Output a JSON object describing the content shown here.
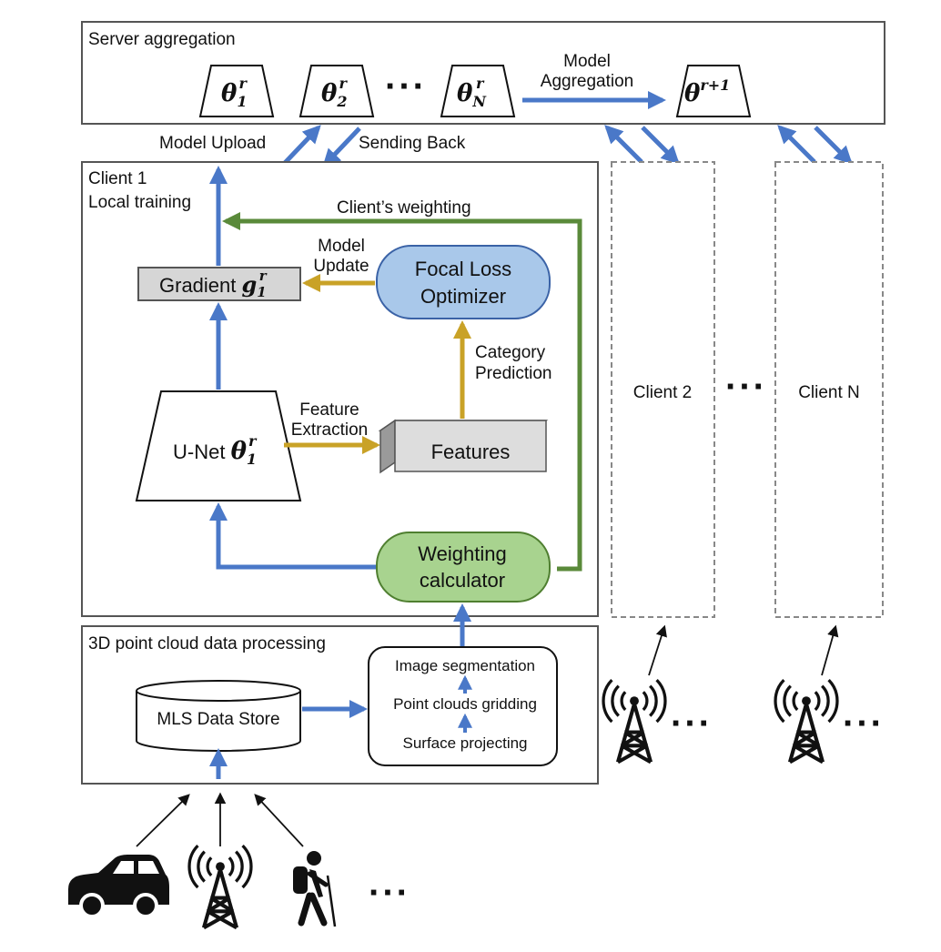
{
  "server": {
    "title": "Server aggregation",
    "models": [
      {
        "sym": "θ",
        "sup": "r",
        "sub": "1"
      },
      {
        "sym": "θ",
        "sup": "r",
        "sub": "2"
      },
      {
        "sym": "θ",
        "sup": "r",
        "sub": "N"
      }
    ],
    "ellipsis": "···",
    "aggregation_label_1": "Model",
    "aggregation_label_2": "Aggregation",
    "global_model": {
      "sym": "θ",
      "sup": "r+1"
    }
  },
  "links": {
    "upload": "Model Upload",
    "sending_back": "Sending Back"
  },
  "client1": {
    "title_1": "Client 1",
    "title_2": "Local training",
    "weighting_label": "Client’s weighting",
    "model_update_1": "Model",
    "model_update_2": "Update",
    "gradient": {
      "text": "Gradient ",
      "sym": "g",
      "sup": "r",
      "sub": "1"
    },
    "optimizer_1": "Focal Loss",
    "optimizer_2": "Optimizer",
    "category_1": "Category",
    "category_2": "Prediction",
    "unet": {
      "text": "U-Net ",
      "sym": "θ",
      "sup": "r",
      "sub": "1"
    },
    "feature_extraction_1": "Feature",
    "feature_extraction_2": "Extraction",
    "features": "Features",
    "weighting_1": "Weighting",
    "weighting_2": "calculator"
  },
  "other_clients": {
    "client2": "Client 2",
    "ellipsis": "···",
    "clientN": "Client N"
  },
  "processing": {
    "title": "3D point cloud data processing",
    "data_store": "MLS Data Store",
    "steps": [
      "Image segmentation",
      "Point clouds gridding",
      "Surface projecting"
    ]
  },
  "sources": {
    "ellipsis": "···",
    "tower_ellipsis_1": "···",
    "tower_ellipsis_2": "···",
    "icons": [
      "car-icon",
      "cell-tower-icon",
      "hiker-icon"
    ]
  },
  "colors": {
    "blue_arrow": "#4a78c8",
    "green_arrow": "#5a8a3a",
    "gold_arrow": "#c9a227",
    "optimizer_fill": "#a9c8ea",
    "weighting_fill": "#a8d38f",
    "gradient_fill": "#d6d6d6"
  }
}
